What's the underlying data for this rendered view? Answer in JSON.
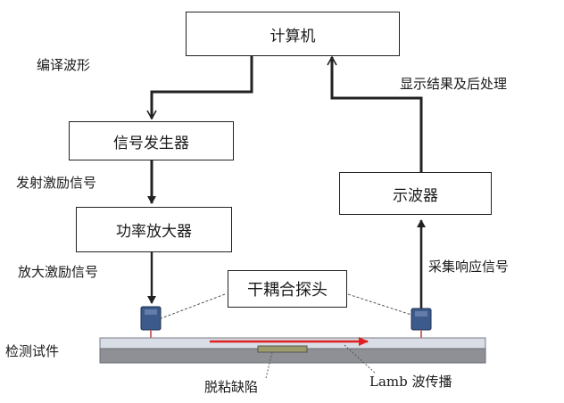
{
  "nodes": {
    "computer": "计算机",
    "signal_generator": "信号发生器",
    "power_amplifier": "功率放大器",
    "oscilloscope": "示波器",
    "probe": "干耦合探头"
  },
  "labels": {
    "edit_waveform": "编译波形",
    "display_results": "显示结果及后处理",
    "transmit_excitation": "发射激励信号",
    "amplify_excitation": "放大激励信号",
    "collect_response": "采集响应信号",
    "test_specimen": "检测试件",
    "debond_defect": "脱粘缺陷",
    "lamb_wave": "Lamb 波传播"
  },
  "colors": {
    "line": "#222222",
    "wave_arrow": "#e02020",
    "specimen_top": "#d9dde6",
    "specimen_bottom": "#8e9096",
    "probe_body": "#3c5a8c",
    "defect": "#9a9a6a"
  }
}
